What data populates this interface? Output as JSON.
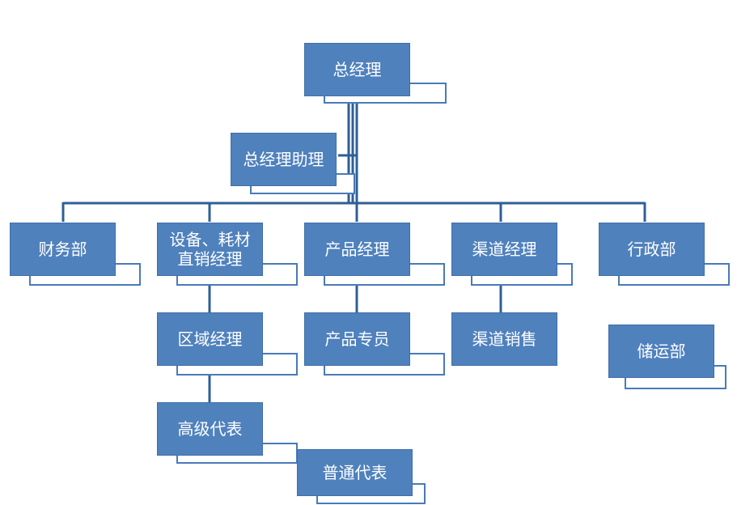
{
  "colors": {
    "box_fill": "#4f81bd",
    "connector": "#2e5f96",
    "sub_border": "#4a7ab8",
    "text": "#ffffff"
  },
  "nodes": {
    "gm": "总经理",
    "gm_assistant": "总经理助理",
    "finance": "财务部",
    "equipment": "设备、耗材直销经理",
    "product_manager": "产品经理",
    "channel_manager": "渠道经理",
    "admin": "行政部",
    "regional_manager": "区域经理",
    "product_specialist": "产品专员",
    "channel_sales": "渠道销售",
    "storage": "储运部",
    "senior_rep": "高级代表",
    "regular_rep": "普通代表"
  }
}
